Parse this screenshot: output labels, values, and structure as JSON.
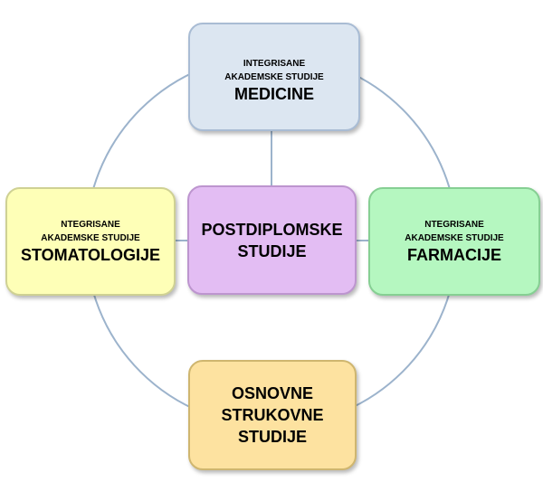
{
  "diagram": {
    "colors": {
      "connector": "#9cb3cc",
      "medicine_fill": "#dce6f1",
      "stomatology_fill": "#feffb7",
      "pharmacy_fill": "#b5f7c0",
      "center_fill": "#e3bdf3",
      "vocational_fill": "#fde2a0"
    },
    "medicine": {
      "line1": "INTEGRISANE",
      "line2": "AKADEMSKE STUDIJE",
      "title": "MEDICINE"
    },
    "stomatology": {
      "line1": "NTEGRISANE",
      "line2": "AKADEMSKE STUDIJE",
      "title": "STOMATOLOGIJE"
    },
    "pharmacy": {
      "line1": "NTEGRISANE",
      "line2": "AKADEMSKE STUDIJE",
      "title": "FARMACIJE"
    },
    "center": {
      "line1": "POSTDIPLOMSKE",
      "line2": "STUDIJE"
    },
    "vocational": {
      "line1": "OSNOVNE",
      "line2": "STRUKOVNE",
      "line3": "STUDIJE"
    }
  }
}
